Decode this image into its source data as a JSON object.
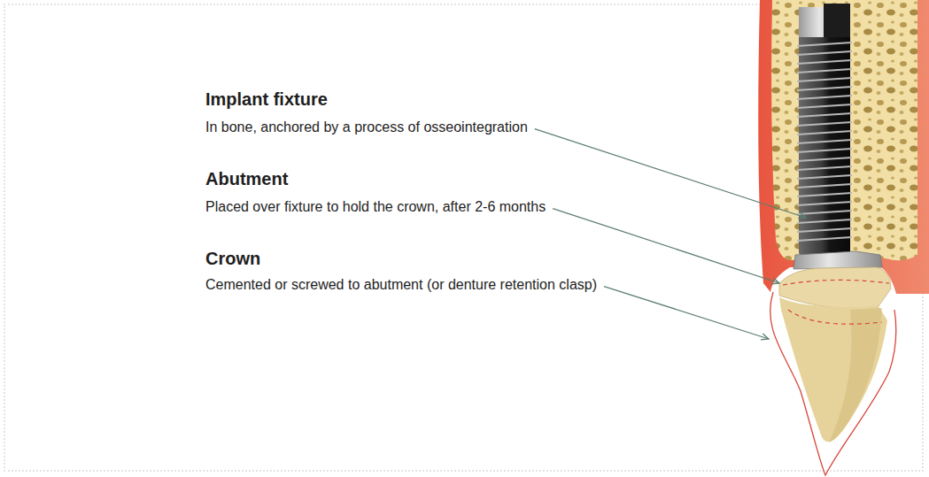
{
  "diagram": {
    "labels": [
      "Implant fixture",
      "In bone, anchored by a process of osseointegration",
      "Abutment",
      "Placed over fixture to hold the crown, after 2-6 months",
      "Crown",
      "Cemented or screwed to abutment (or denture retention clasp)"
    ]
  }
}
